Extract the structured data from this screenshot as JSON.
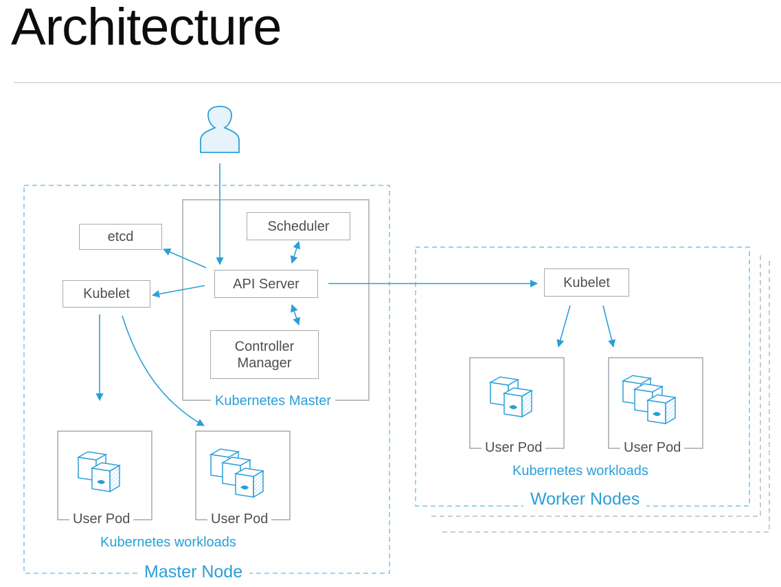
{
  "title": "Architecture",
  "colors": {
    "accent": "#2a9fd8",
    "box_border": "#a4a8ab",
    "text": "#4b4f53"
  },
  "icons": [
    "user-icon",
    "container-cubes-icon"
  ],
  "master_node": {
    "label": "Master Node",
    "etcd": "etcd",
    "kubelet": "Kubelet",
    "kubernetes_master": {
      "label": "Kubernetes Master",
      "scheduler": "Scheduler",
      "api_server": "API Server",
      "controller_manager": "Controller Manager"
    },
    "pods": [
      "User Pod",
      "User Pod"
    ],
    "workloads_label": "Kubernetes workloads"
  },
  "worker_nodes": {
    "label": "Worker Nodes",
    "kubelet": "Kubelet",
    "pods": [
      "User Pod",
      "User Pod"
    ],
    "workloads_label": "Kubernetes workloads"
  }
}
